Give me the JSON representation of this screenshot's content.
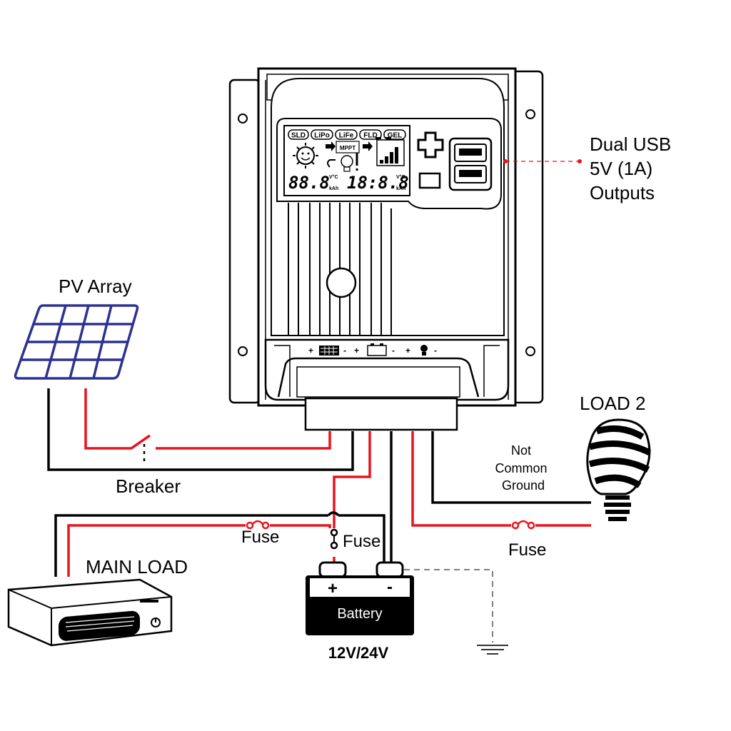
{
  "labels": {
    "usb_line1": "Dual USB",
    "usb_line2": "5V (1A)",
    "usb_line3": "Outputs",
    "pv_array": "PV Array",
    "breaker": "Breaker",
    "load2": "LOAD 2",
    "not_common_1": "Not",
    "not_common_2": "Common",
    "not_common_3": "Ground",
    "fuse_left": "Fuse",
    "fuse_mid": "Fuse",
    "fuse_right": "Fuse",
    "main_load": "MAIN LOAD",
    "battery": "Battery",
    "battery_plus": "+",
    "battery_minus": "-",
    "voltage": "12V/24V"
  },
  "lcd": {
    "modes": [
      "SLD",
      "LiPo",
      "LiFe",
      "FLD",
      "GEL"
    ],
    "mppt": "MPPT",
    "digits_left": "88.8",
    "digits_right": "18:8.8",
    "unit_left_top": "V°C",
    "unit_left_bottom": "kAh",
    "unit_right_top": "V°C",
    "unit_right_bottom": "kAh"
  },
  "colors": {
    "positive_wire": "#e8141b",
    "negative_wire": "#000000",
    "solar_panel": "#2e3192"
  }
}
